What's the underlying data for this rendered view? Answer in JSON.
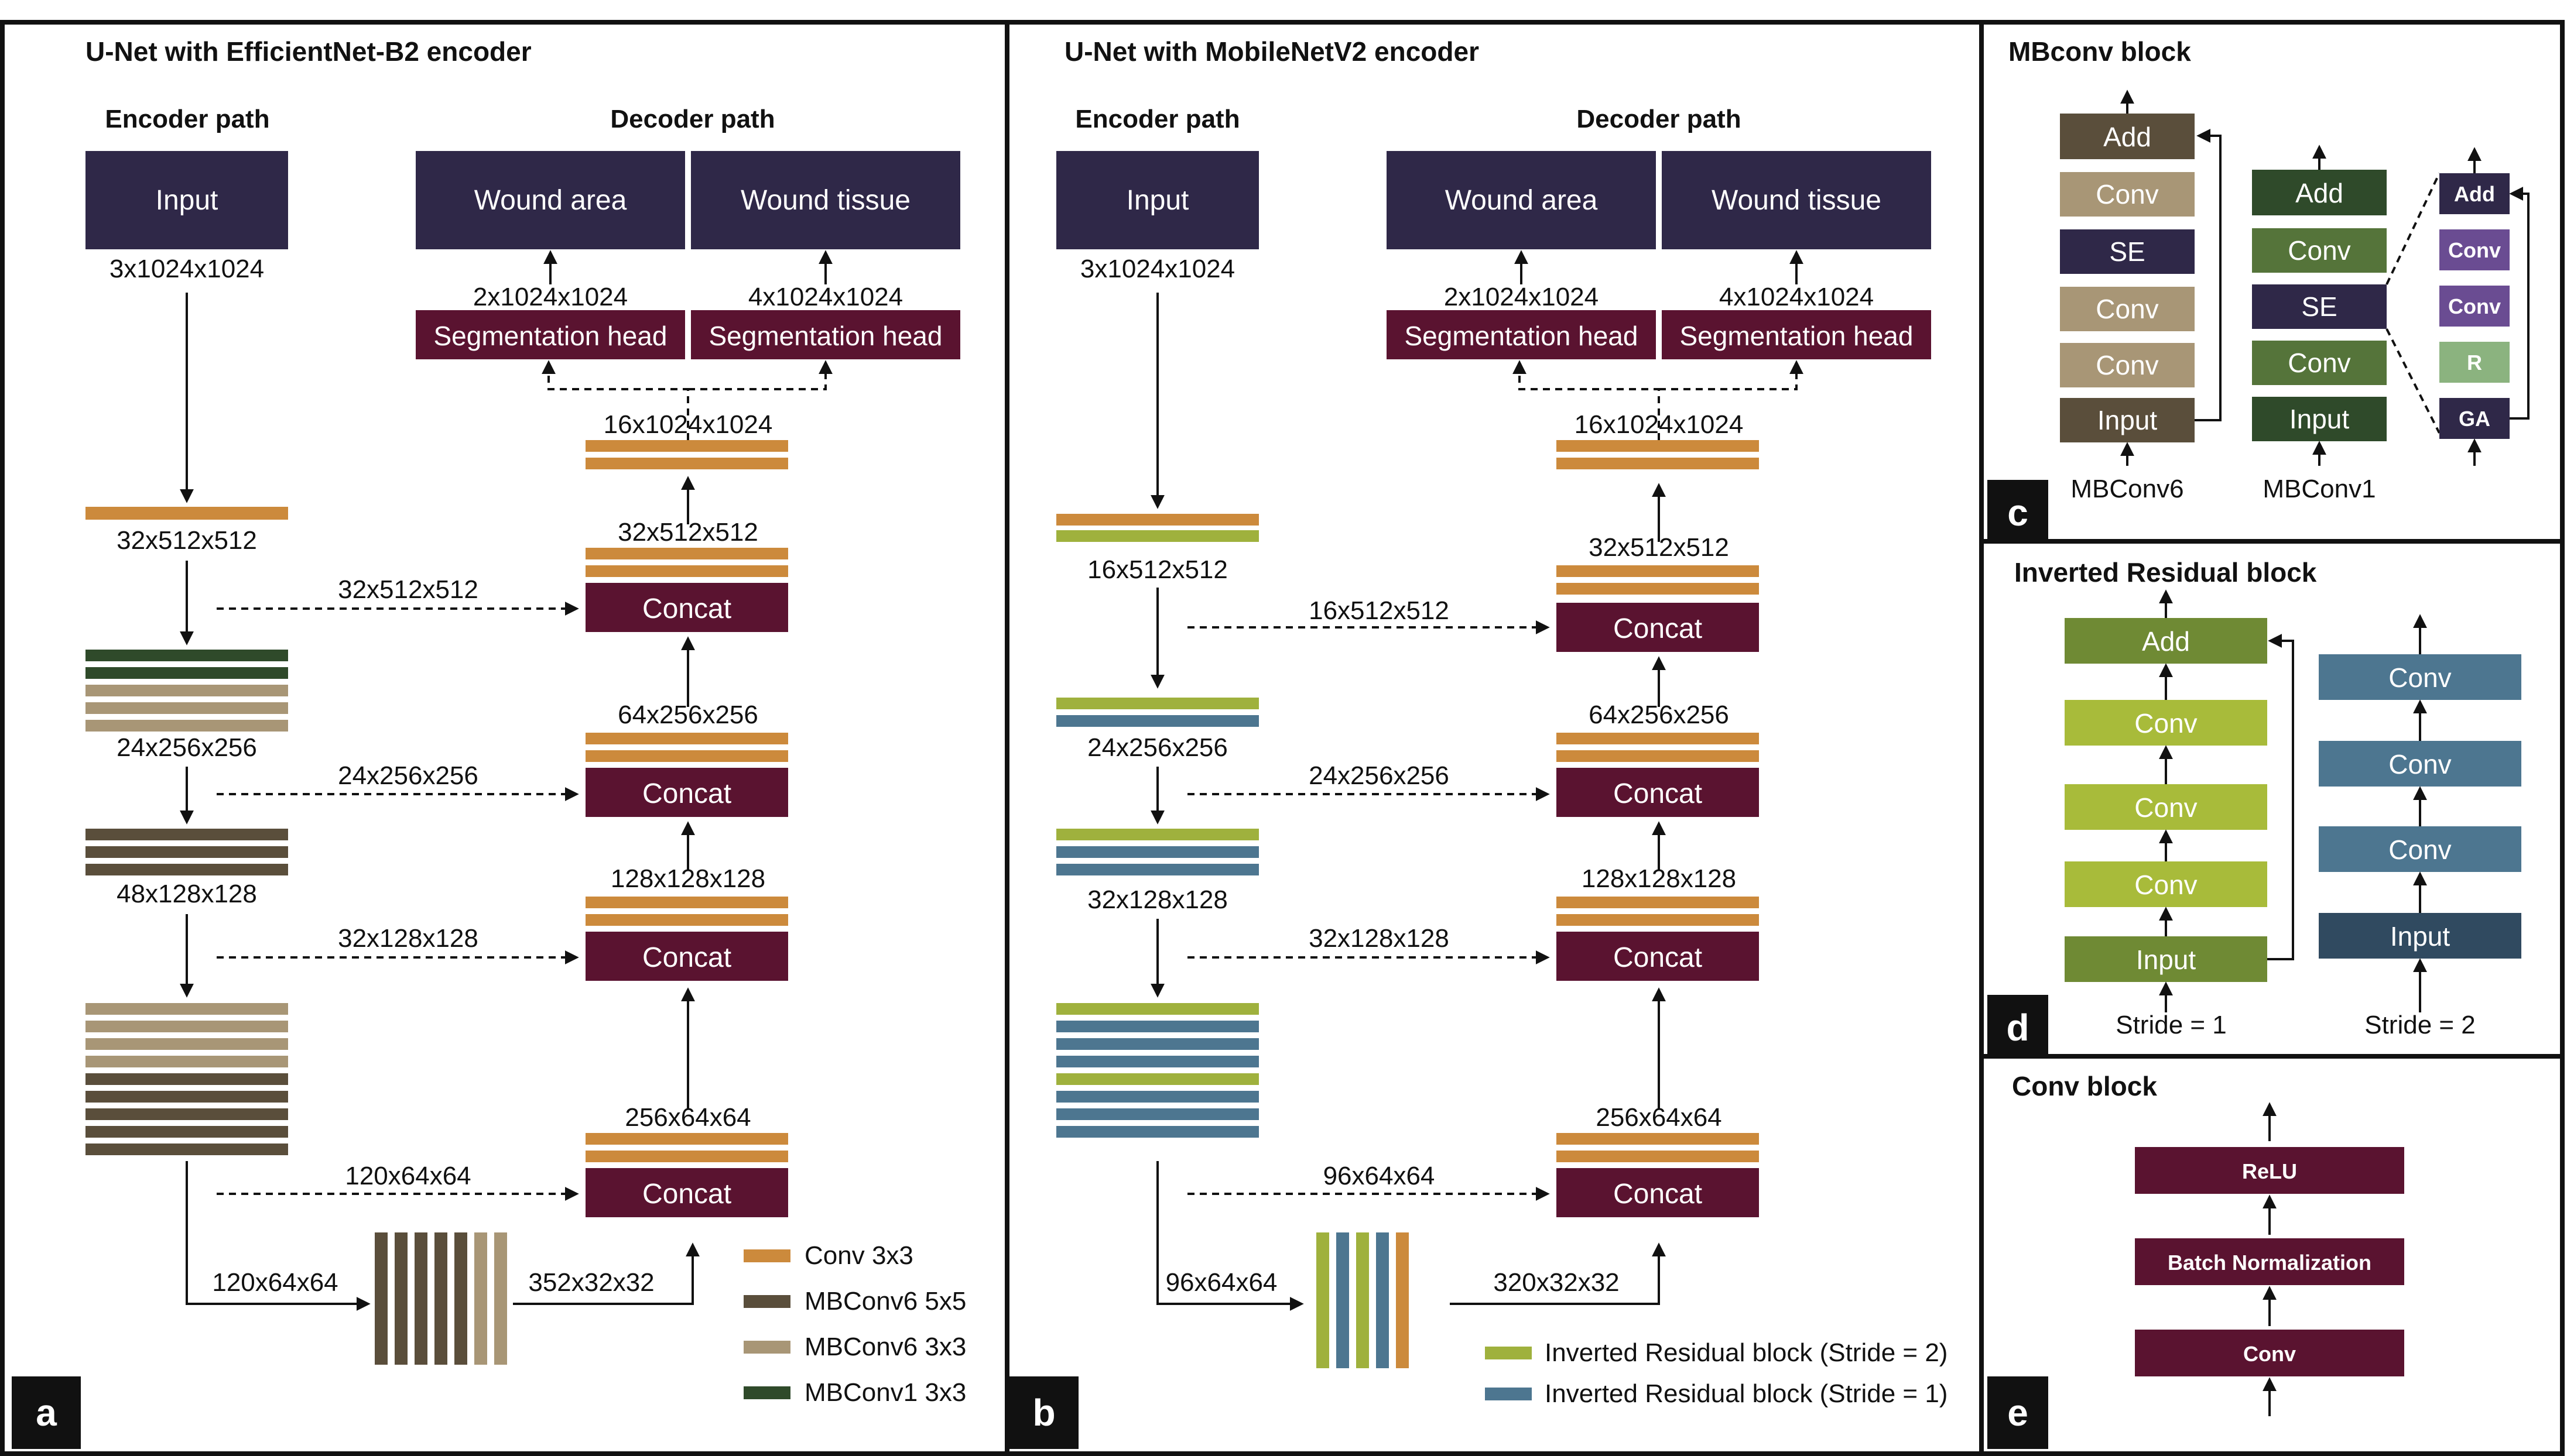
{
  "colors": {
    "input_block": "#2f2848",
    "concat_block": "#5a1330",
    "conv3x3": "#cc8a3c",
    "mbconv6_5x5": "#5a4e3b",
    "mbconv6_3x3": "#a89676",
    "mbconv1_3x3": "#2f4a2a",
    "ir_stride2": "#9fb13d",
    "ir_stride1": "#4d7690",
    "frame": "#111111"
  },
  "panel_a": {
    "title": "U-Net with EfficientNet-B2 encoder",
    "encoder_header": "Encoder path",
    "decoder_header": "Decoder path",
    "input_label": "Input",
    "input_dim": "3x1024x1024",
    "out_wound_area": "Wound area",
    "out_wound_tissue": "Wound tissue",
    "dim_area": "2x1024x1024",
    "dim_tissue": "4x1024x1024",
    "seg_head": "Segmentation head",
    "top_dim": "16x1024x1024",
    "enc_dims": [
      "32x512x512",
      "24x256x256",
      "48x128x128"
    ],
    "skip_dims": [
      "32x512x512",
      "24x256x256",
      "32x128x128",
      "120x64x64"
    ],
    "dec_dims": [
      "32x512x512",
      "64x256x256",
      "128x128x128",
      "256x64x64"
    ],
    "concat": "Concat",
    "bottom_left_dim": "120x64x64",
    "bottom_right_dim": "352x32x32",
    "legend": [
      "Conv 3x3",
      "MBConv6 5x5",
      "MBConv6 3x3",
      "MBConv1 3x3"
    ],
    "letter": "a"
  },
  "panel_b": {
    "title": "U-Net with MobileNetV2 encoder",
    "encoder_header": "Encoder path",
    "decoder_header": "Decoder path",
    "input_label": "Input",
    "input_dim": "3x1024x1024",
    "out_wound_area": "Wound area",
    "out_wound_tissue": "Wound tissue",
    "dim_area": "2x1024x1024",
    "dim_tissue": "4x1024x1024",
    "seg_head": "Segmentation head",
    "top_dim": "16x1024x1024",
    "enc_dims": [
      "16x512x512",
      "24x256x256",
      "32x128x128"
    ],
    "skip_dims": [
      "16x512x512",
      "24x256x256",
      "32x128x128",
      "96x64x64"
    ],
    "dec_dims": [
      "32x512x512",
      "64x256x256",
      "128x128x128",
      "256x64x64"
    ],
    "concat": "Concat",
    "bottom_left_dim": "96x64x64",
    "bottom_right_dim": "320x32x32",
    "legend": [
      "Inverted Residual block (Stride = 2)",
      "Inverted Residual block (Stride = 1)"
    ],
    "letter": "b"
  },
  "panel_c": {
    "title": "MBconv block",
    "mb6": [
      "Add",
      "Conv",
      "SE",
      "Conv",
      "Conv",
      "Input"
    ],
    "mb1": [
      "Add",
      "Conv",
      "SE",
      "Conv",
      "Input"
    ],
    "se": [
      "Add",
      "Conv",
      "Conv",
      "R",
      "GA"
    ],
    "caption_mb6": "MBConv6",
    "caption_mb1": "MBConv1",
    "letter": "c"
  },
  "panel_d": {
    "title": "Inverted Residual block",
    "s1": [
      "Add",
      "Conv",
      "Conv",
      "Conv",
      "Input"
    ],
    "s2": [
      "Conv",
      "Conv",
      "Conv",
      "Input"
    ],
    "caption_s1": "Stride = 1",
    "caption_s2": "Stride = 2",
    "letter": "d"
  },
  "panel_e": {
    "title": "Conv block",
    "blocks": [
      "ReLU",
      "Batch Normalization",
      "Conv"
    ],
    "letter": "e"
  }
}
